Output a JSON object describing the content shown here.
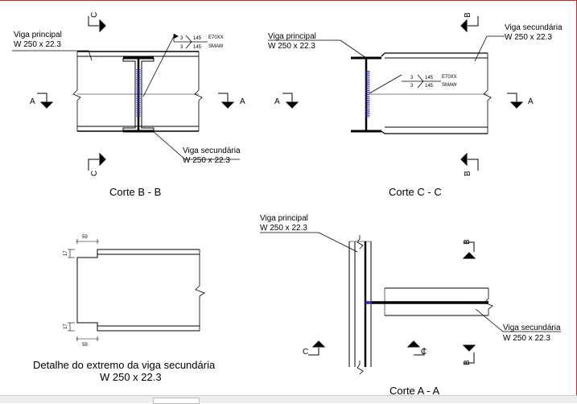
{
  "views": {
    "bb": {
      "title": "Corte B - B",
      "label_main": [
        "Viga principal",
        "W 250 x 22.3"
      ],
      "label_sec": [
        "Viga secundária",
        "W 250 x 22.3"
      ],
      "cut_letters": {
        "top": "C",
        "bottom": "C",
        "left": "A",
        "right": "A"
      }
    },
    "cc": {
      "title": "Corte C - C",
      "label_main": [
        "Viga principal",
        "W 250 x 22.3"
      ],
      "label_sec": [
        "Viga secundária",
        "W 250 x 22.3"
      ],
      "cut_letters": {
        "top": "B",
        "bottom": "B",
        "left": "A",
        "right": "A"
      }
    },
    "detail": {
      "title": [
        "Detalhe do extremo da viga secundária",
        "W 250 x 22.3"
      ],
      "dims": {
        "cope_len_top": "59",
        "cope_len_bot": "59",
        "cope_h_top": "17",
        "cope_h_bot": "17"
      }
    },
    "aa": {
      "title": "Corte A - A",
      "label_main": [
        "Viga principal",
        "W 250 x 22.3"
      ],
      "label_sec": [
        "Viga secundária",
        "W 250 x 22.3"
      ],
      "cut_letters": {
        "top": "B",
        "bottom": "B",
        "left": "C",
        "right": "C"
      }
    }
  },
  "weld": {
    "size": "3",
    "length": "145",
    "electrode": "E70XX",
    "process": "SMAW"
  },
  "colors": {
    "line": "#000000",
    "weld": "#3a34b8",
    "frame": "#c62828"
  }
}
